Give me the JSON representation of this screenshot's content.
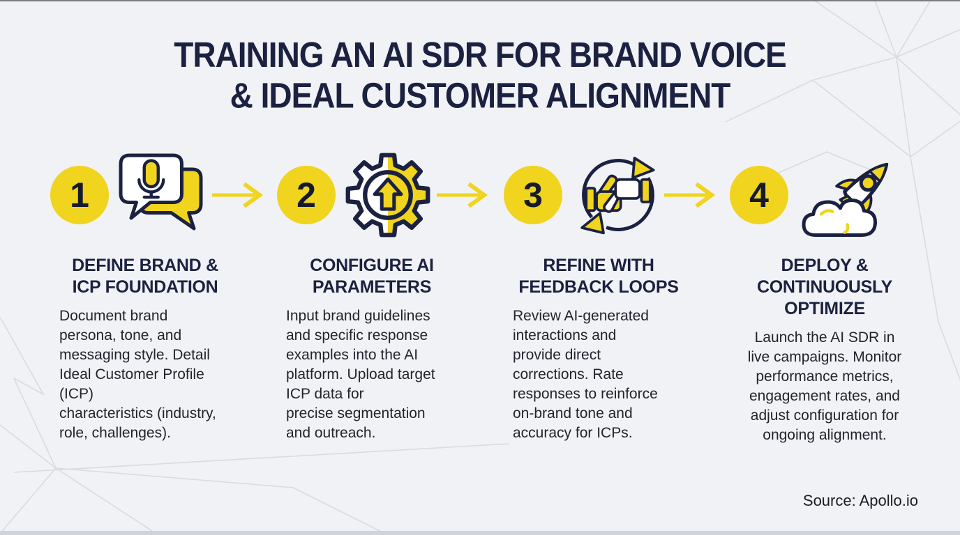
{
  "header": {
    "title": "TRAINING AN AI SDR FOR BRAND VOICE\n& IDEAL CUSTOMER ALIGNMENT"
  },
  "steps": [
    {
      "number": "1",
      "icon": "chat-microphone-icon",
      "title": "DEFINE BRAND &\nICP FOUNDATION",
      "description": "Document brand\npersona, tone, and\nmessaging style. Detail\nIdeal Customer Profile\n(ICP)\ncharacteristics (industry,\nrole, challenges)."
    },
    {
      "number": "2",
      "icon": "gear-upload-icon",
      "title": "CONFIGURE AI\nPARAMETERS",
      "description": "Input brand guidelines\nand specific response\nexamples into the AI\nplatform. Upload target\nICP data for\nprecise segmentation\nand outreach."
    },
    {
      "number": "3",
      "icon": "thumbs-feedback-loop-icon",
      "title": "REFINE WITH\nFEEDBACK LOOPS",
      "description": "Review AI-generated\ninteractions and\nprovide direct\ncorrections. Rate\nresponses to reinforce\non-brand tone and\naccuracy for ICPs."
    },
    {
      "number": "4",
      "icon": "rocket-launch-cloud-icon",
      "title": "DEPLOY &\nCONTINUOUSLY\nOPTIMIZE",
      "description": "Launch the AI SDR in\nlive campaigns. Monitor\nperformance metrics,\nengagement rates, and\nadjust configuration for\nongoing alignment."
    }
  ],
  "footer": {
    "source": "Source: Apollo.io"
  },
  "colors": {
    "accent_yellow": "#F0D41E",
    "navy_ink": "#1B2140",
    "background": "#F1F2F5",
    "poly_line": "#D8DBE2",
    "body_text": "#20242C"
  }
}
